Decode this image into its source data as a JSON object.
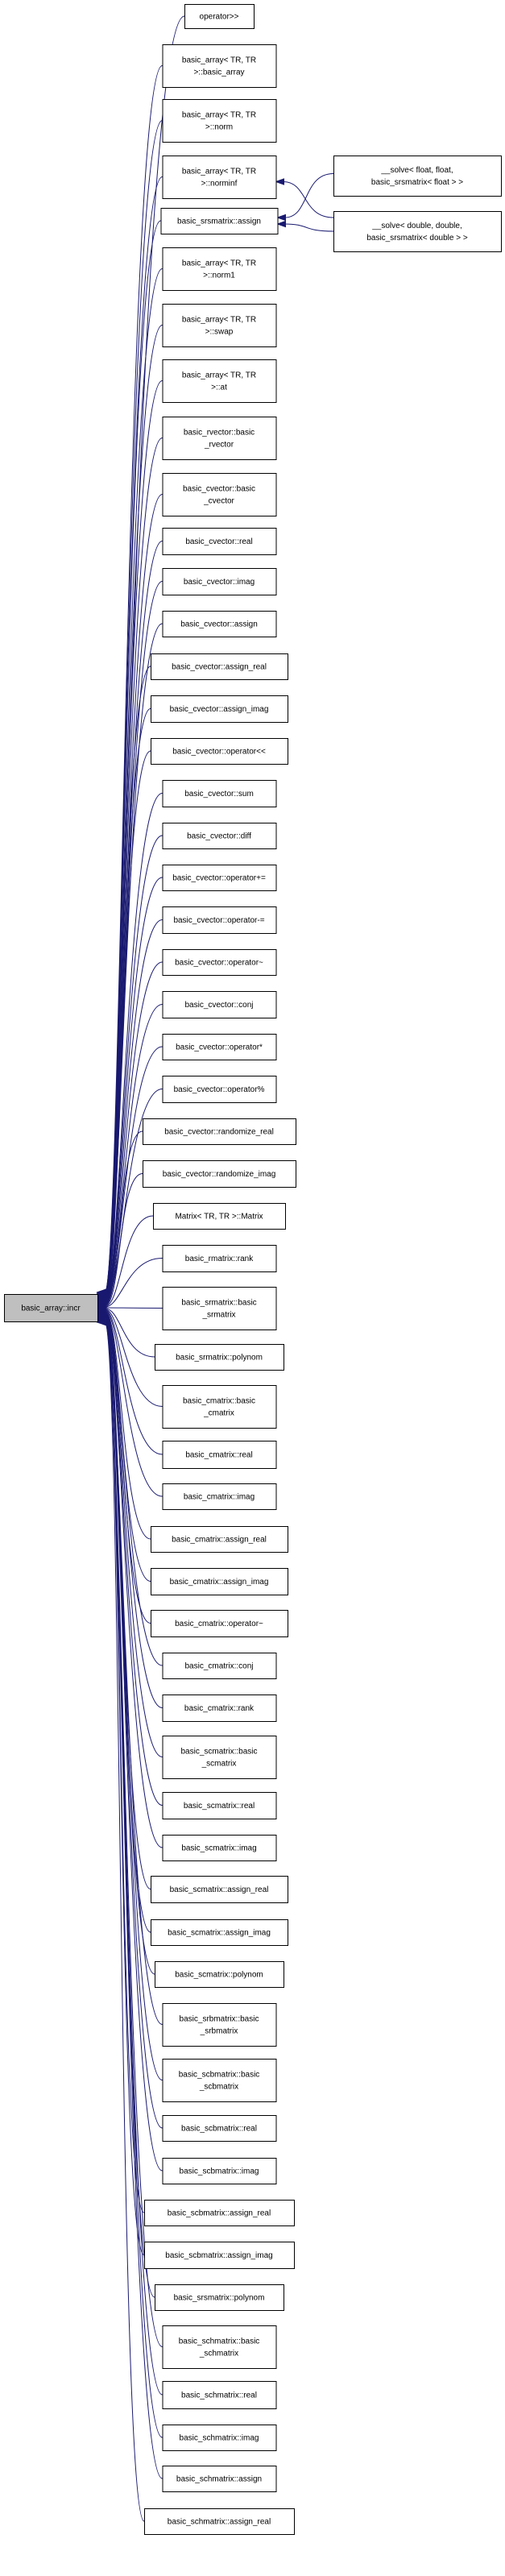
{
  "graph": {
    "root": "basic_array::incr",
    "nodes": [
      [
        "operator>>"
      ],
      [
        "basic_array< TR, TR",
        ">::basic_array"
      ],
      [
        "basic_array< TR, TR",
        ">::norm"
      ],
      [
        "basic_array< TR, TR",
        ">::norminf"
      ],
      [
        "basic_srsmatrix::assign"
      ],
      [
        "basic_array< TR, TR",
        ">::norm1"
      ],
      [
        "basic_array< TR, TR",
        ">::swap"
      ],
      [
        "basic_array< TR, TR",
        ">::at"
      ],
      [
        "basic_rvector::basic",
        "_rvector"
      ],
      [
        "basic_cvector::basic",
        "_cvector"
      ],
      [
        "basic_cvector::real"
      ],
      [
        "basic_cvector::imag"
      ],
      [
        "basic_cvector::assign"
      ],
      [
        "basic_cvector::assign_real"
      ],
      [
        "basic_cvector::assign_imag"
      ],
      [
        "basic_cvector::operator<<"
      ],
      [
        "basic_cvector::sum"
      ],
      [
        "basic_cvector::diff"
      ],
      [
        "basic_cvector::operator+="
      ],
      [
        "basic_cvector::operator-="
      ],
      [
        "basic_cvector::operator~"
      ],
      [
        "basic_cvector::conj"
      ],
      [
        "basic_cvector::operator*"
      ],
      [
        "basic_cvector::operator%"
      ],
      [
        "basic_cvector::randomize_real"
      ],
      [
        "basic_cvector::randomize_imag"
      ],
      [
        "Matrix< TR, TR >::Matrix"
      ],
      [
        "basic_rmatrix::rank"
      ],
      [
        "basic_srmatrix::basic",
        "_srmatrix"
      ],
      [
        "basic_srmatrix::polynom"
      ],
      [
        "basic_cmatrix::basic",
        "_cmatrix"
      ],
      [
        "basic_cmatrix::real"
      ],
      [
        "basic_cmatrix::imag"
      ],
      [
        "basic_cmatrix::assign_real"
      ],
      [
        "basic_cmatrix::assign_imag"
      ],
      [
        "basic_cmatrix::operator~"
      ],
      [
        "basic_cmatrix::conj"
      ],
      [
        "basic_cmatrix::rank"
      ],
      [
        "basic_scmatrix::basic",
        "_scmatrix"
      ],
      [
        "basic_scmatrix::real"
      ],
      [
        "basic_scmatrix::imag"
      ],
      [
        "basic_scmatrix::assign_real"
      ],
      [
        "basic_scmatrix::assign_imag"
      ],
      [
        "basic_scmatrix::polynom"
      ],
      [
        "basic_srbmatrix::basic",
        "_srbmatrix"
      ],
      [
        "basic_scbmatrix::basic",
        "_scbmatrix"
      ],
      [
        "basic_scbmatrix::real"
      ],
      [
        "basic_scbmatrix::imag"
      ],
      [
        "basic_scbmatrix::assign_real"
      ],
      [
        "basic_scbmatrix::assign_imag"
      ],
      [
        "basic_srsmatrix::polynom"
      ],
      [
        "basic_schmatrix::basic",
        "_schmatrix"
      ],
      [
        "basic_schmatrix::real"
      ],
      [
        "basic_schmatrix::imag"
      ],
      [
        "basic_schmatrix::assign"
      ],
      [
        "basic_schmatrix::assign_real"
      ]
    ],
    "right_nodes": [
      [
        "__solve< float, float,",
        "basic_srsmatrix< float > >"
      ],
      [
        "__solve< double, double,",
        "basic_srsmatrix< double > >"
      ]
    ],
    "colors": {
      "edge": "#191970",
      "root_fill": "#bfbfbf",
      "node_fill": "#ffffff",
      "node_stroke": "#000000"
    }
  }
}
